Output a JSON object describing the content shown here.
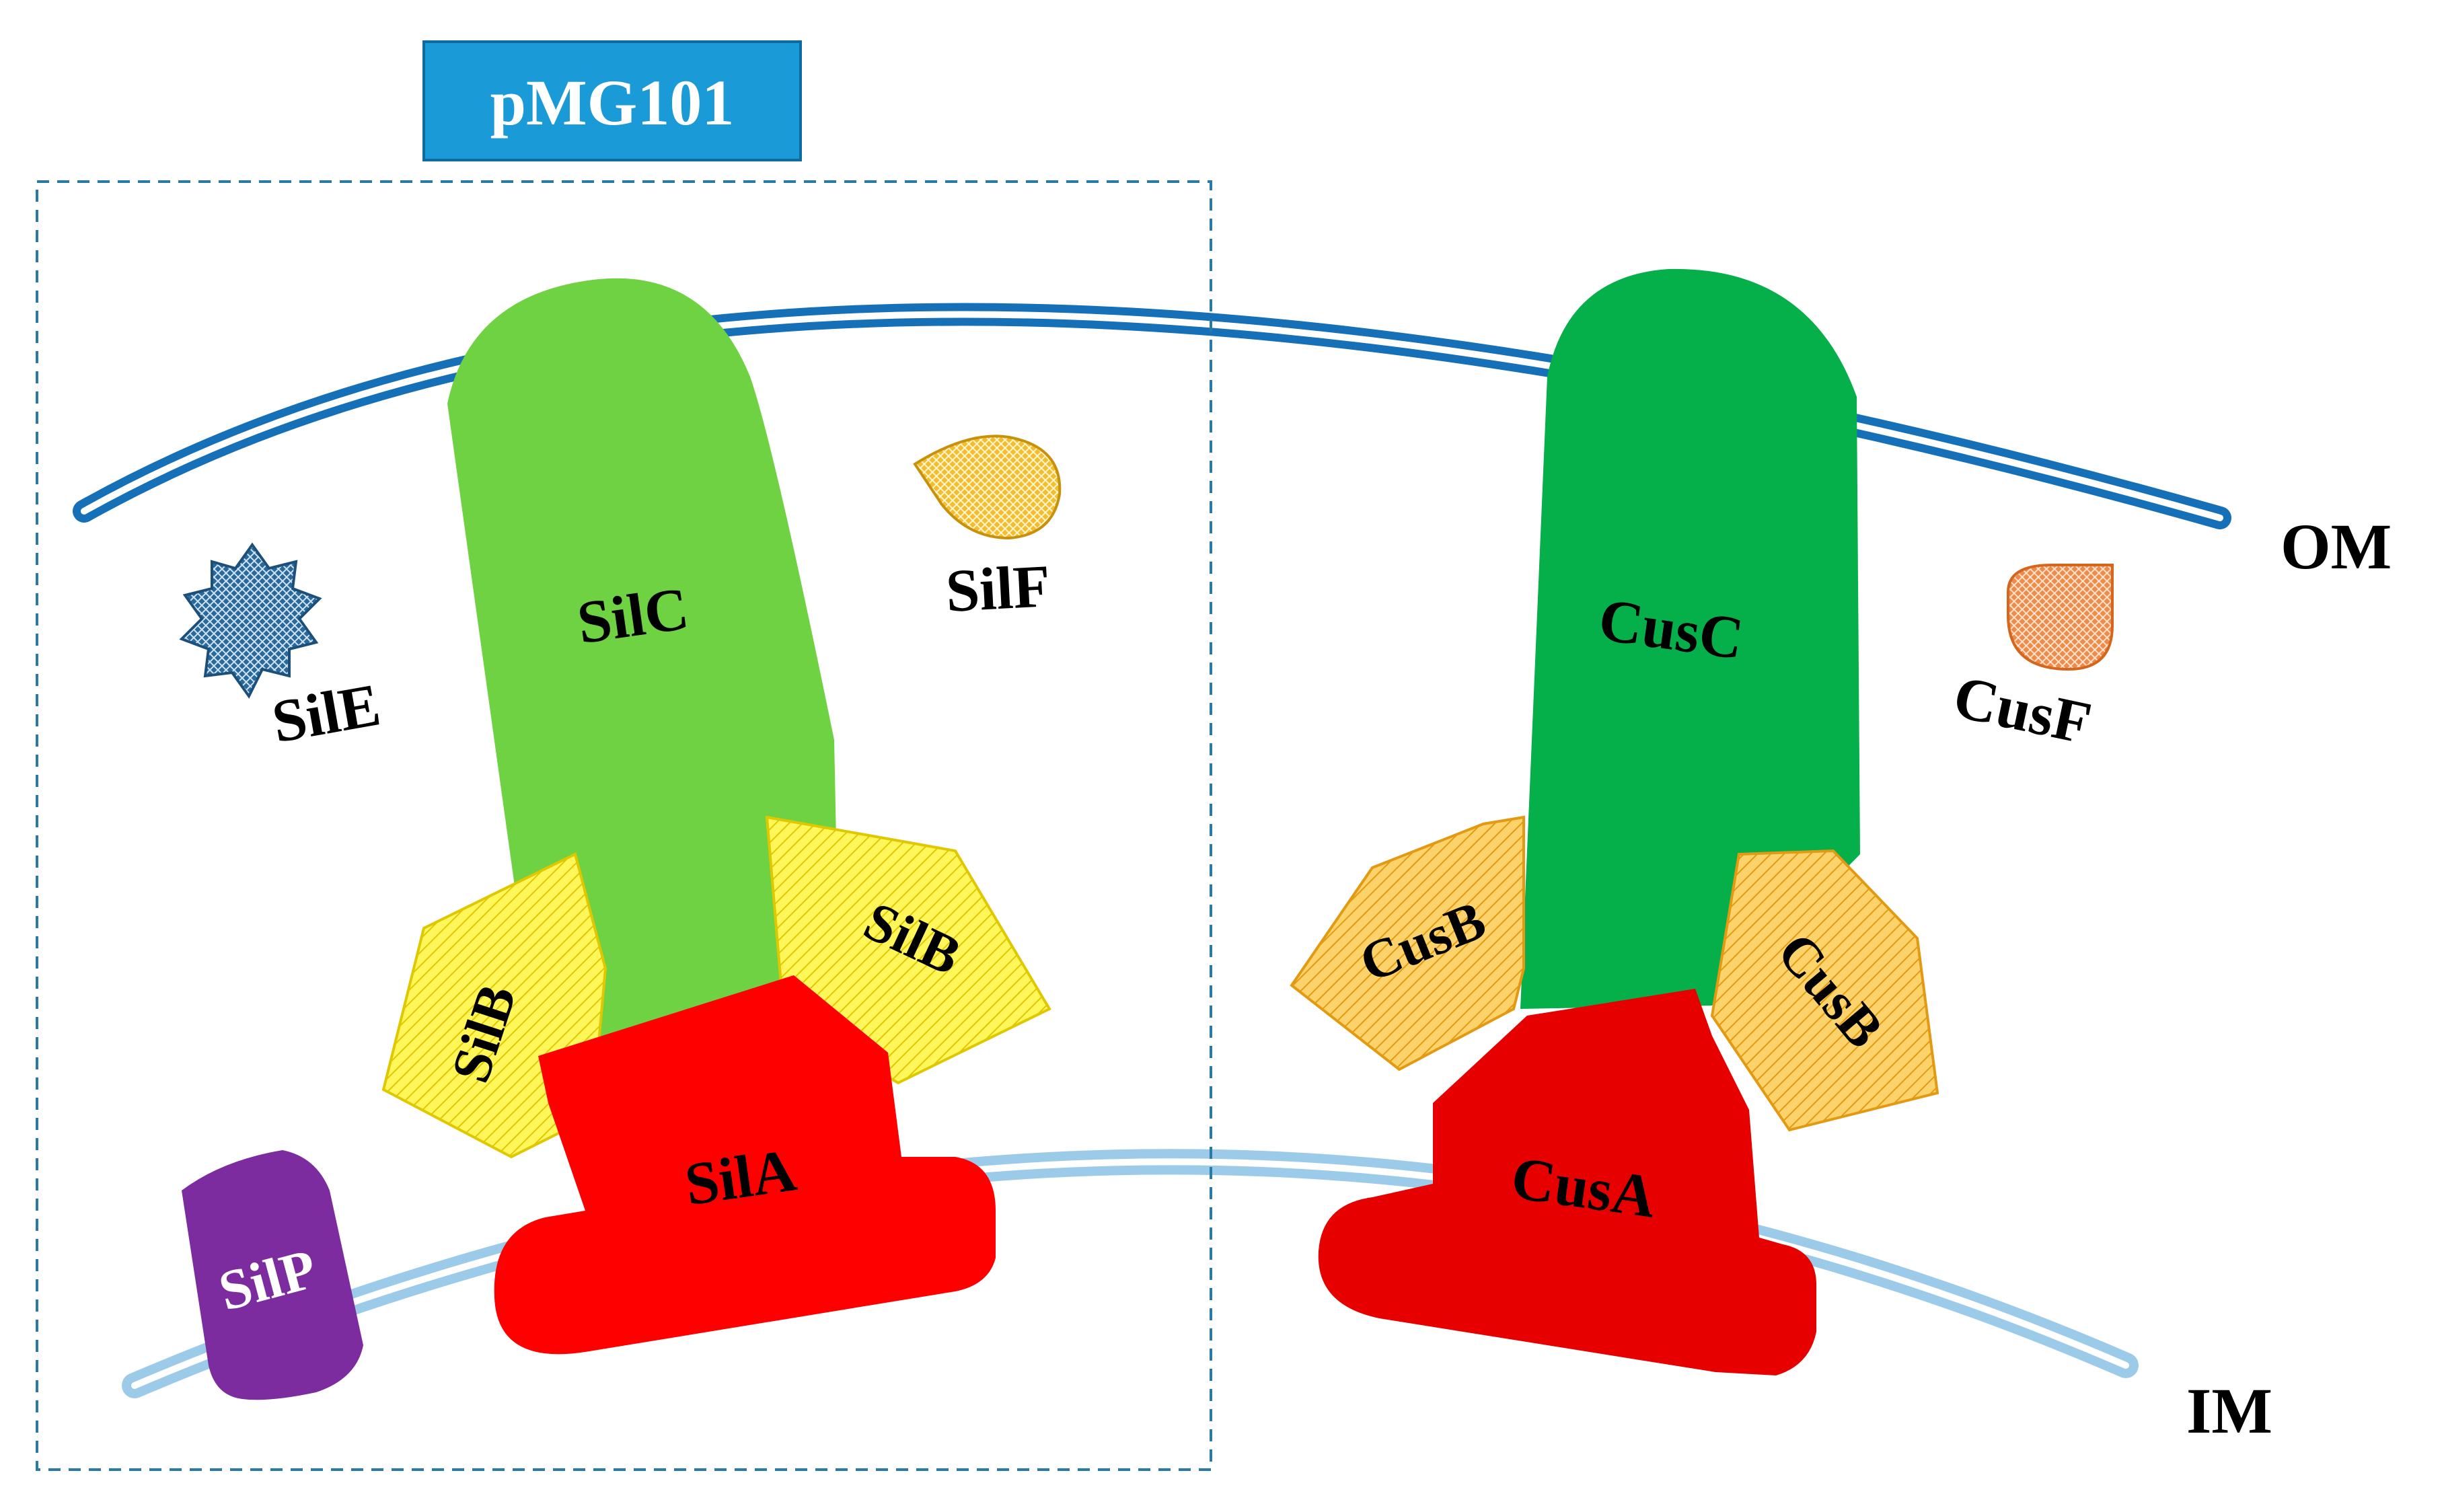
{
  "title": "pMG101",
  "membranes": {
    "outer": "OM",
    "inner": "IM"
  },
  "sil_system": {
    "channel": "SilC",
    "adaptor_left": "SilB",
    "adaptor_right": "SilB",
    "pump": "SilA",
    "periplasmic_small": "SilE",
    "periplasmic_chaperone": "SilF",
    "atpase": "SilP"
  },
  "cus_system": {
    "channel": "CusC",
    "adaptor_left": "CusB",
    "adaptor_right": "CusB",
    "pump": "CusA",
    "periplasmic_chaperone": "CusF"
  },
  "colors": {
    "title_box": "#1a9ad7",
    "outer_membrane": "#1670b8",
    "inner_membrane": "#9ccbea",
    "silc": "#6fd242",
    "cusc": "#05b04a",
    "silb": "#fff200",
    "cusb": "#f7c23a",
    "pump": "#ff0000",
    "cusa": "#e60000",
    "sile": "#1c4f7a",
    "silf": "#f3bd2e",
    "cusf": "#f08a4b",
    "silp": "#7c2c9e",
    "dashed_box": "#2a7aa8"
  }
}
